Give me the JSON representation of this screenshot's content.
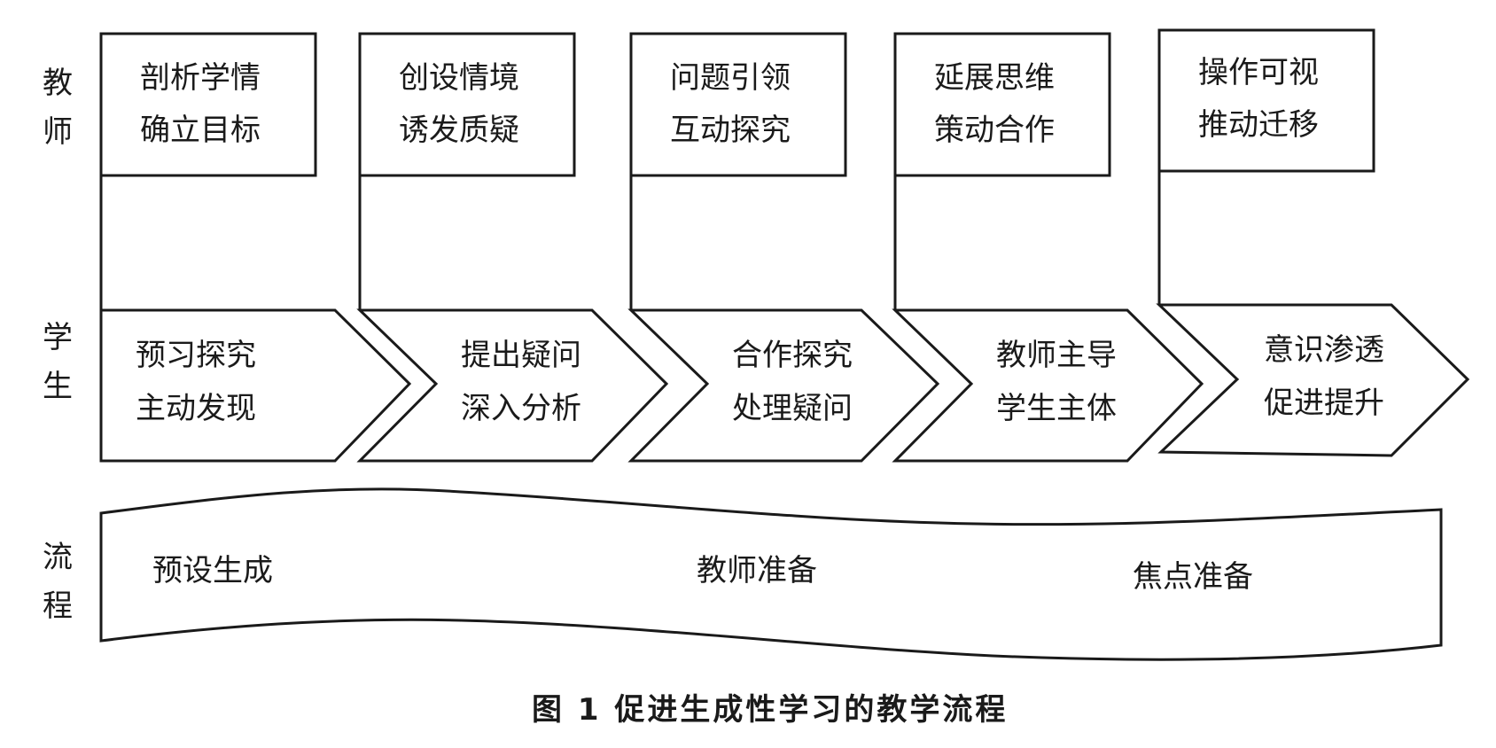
{
  "rows": {
    "teacher": [
      "教",
      "师"
    ],
    "student": [
      "学",
      "生"
    ],
    "process": [
      "流",
      "程"
    ]
  },
  "teacher_boxes": [
    {
      "line1": "剖析学情",
      "line2": "确立目标"
    },
    {
      "line1": "创设情境",
      "line2": "诱发质疑"
    },
    {
      "line1": "问题引领",
      "line2": "互动探究"
    },
    {
      "line1": "延展思维",
      "line2": "策动合作"
    },
    {
      "line1": "操作可视",
      "line2": "推动迁移"
    }
  ],
  "student_chevrons": [
    {
      "line1": "预习探究",
      "line2": "主动发现"
    },
    {
      "line1": "提出疑问",
      "line2": "深入分析"
    },
    {
      "line1": "合作探究",
      "line2": "处理疑问"
    },
    {
      "line1": "教师主导",
      "line2": "学生主体"
    },
    {
      "line1": "意识渗透",
      "line2": "促进提升"
    }
  ],
  "process_labels": [
    "预设生成",
    "教师准备",
    "焦点准备"
  ],
  "caption": "图 1  促进生成性学习的教学流程"
}
